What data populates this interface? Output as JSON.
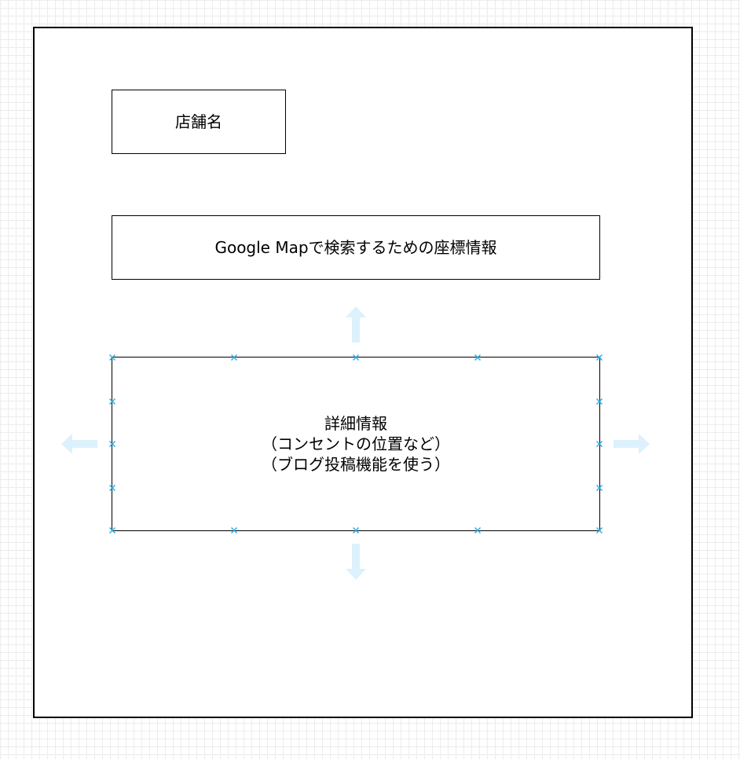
{
  "shapes": {
    "store_name": "店舗名",
    "map_coords": "Google Mapで検索するための座標情報",
    "details": "詳細情報\n（コンセントの位置など）\n（ブログ投稿機能を使う）"
  },
  "colors": {
    "grid": "#ececec",
    "border": "#000000",
    "selection_handle": "#29a9e0",
    "connect_arrow": "#dcf1fb"
  },
  "icons": {
    "selection_handle": "x-handle-icon",
    "arrow_up": "arrow-up-icon",
    "arrow_down": "arrow-down-icon",
    "arrow_left": "arrow-left-icon",
    "arrow_right": "arrow-right-icon"
  }
}
